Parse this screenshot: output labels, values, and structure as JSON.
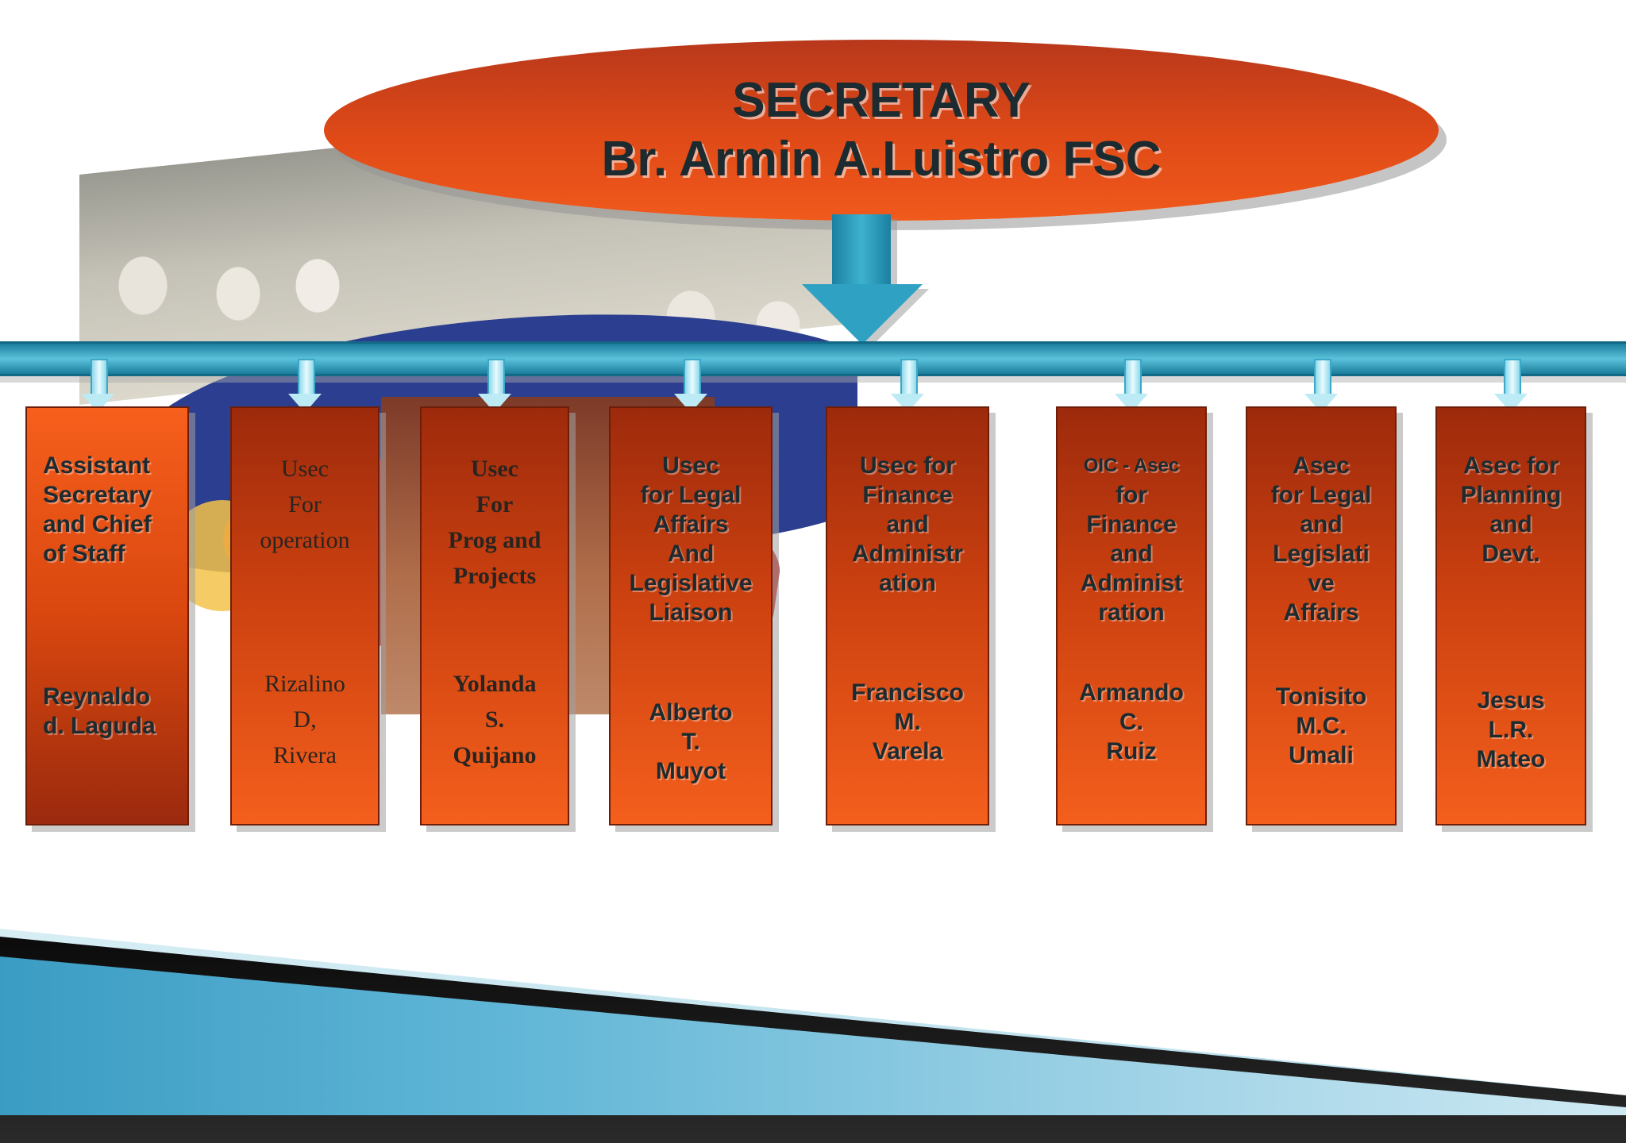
{
  "secretary": {
    "line1": "SECRETARY",
    "line2": "Br. Armin A.Luistro FSC"
  },
  "offices": [
    {
      "title": [
        "Assistant",
        "Secretary",
        "and Chief",
        "of Staff"
      ],
      "person": [
        "Reynaldo",
        "d. Laguda"
      ]
    },
    {
      "title": [
        "Usec",
        "For",
        "operation"
      ],
      "person": [
        "Rizalino",
        "D,",
        "Rivera"
      ]
    },
    {
      "title": [
        "Usec",
        "For",
        "Prog and",
        "Projects"
      ],
      "person": [
        "Yolanda",
        "S.",
        "Quijano"
      ]
    },
    {
      "title": [
        "Usec",
        "for Legal",
        "Affairs",
        "And",
        "Legislative",
        "Liaison"
      ],
      "person": [
        "Alberto",
        "T.",
        "Muyot"
      ]
    },
    {
      "title": [
        "Usec for",
        "Finance",
        "and",
        "Administr",
        "ation"
      ],
      "person": [
        "Francisco",
        "M.",
        "Varela"
      ]
    },
    {
      "title": [
        "OIC - Asec",
        "for",
        "Finance",
        "and",
        "Administ",
        "ration"
      ],
      "person": [
        "Armando",
        "C.",
        "Ruiz"
      ]
    },
    {
      "title": [
        "Asec",
        "for Legal",
        "and",
        "Legislati",
        "ve",
        "Affairs"
      ],
      "person": [
        "Tonisito",
        "M.C.",
        "Umali"
      ]
    },
    {
      "title": [
        "Asec for",
        "Planning",
        "and",
        "Devt."
      ],
      "person": [
        "Jesus",
        "L.R.",
        "Mateo"
      ]
    }
  ],
  "colors": {
    "box_top": "#9d2a0c",
    "box_bottom": "#f45f1c",
    "connector": "#2fa1c2",
    "text": "#1c2b30"
  }
}
